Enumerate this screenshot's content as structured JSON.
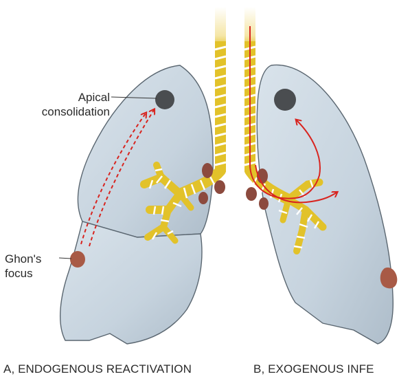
{
  "labels": {
    "apical_line1": "Apical",
    "apical_line2": "consolidation",
    "ghon_line1": "Ghon's",
    "ghon_line2": "focus"
  },
  "captions": {
    "left": "A, ENDOGENOUS REACTIVATION",
    "right": "B, EXOGENOUS INFE"
  },
  "colors": {
    "lung_fill": "#c9d6e0",
    "lung_stroke": "#5a6670",
    "airway": "#e2c22a",
    "lesion_dark": "#4a4d50",
    "ghon": "#a85a46",
    "lymph_node": "#8c4a3e",
    "arrow": "#d8241f"
  }
}
